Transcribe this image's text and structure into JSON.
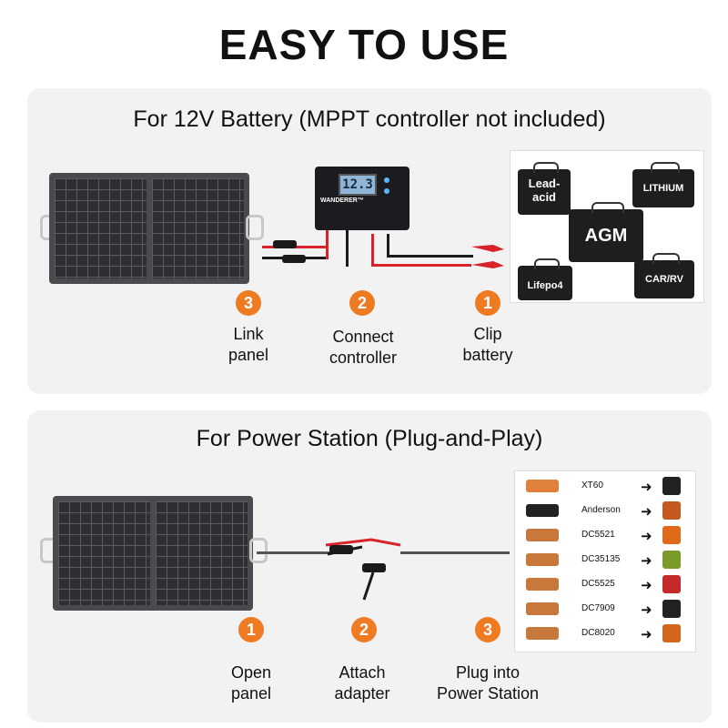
{
  "title": "EASY TO USE",
  "section1": {
    "heading": "For 12V Battery (MPPT controller not included)",
    "controller_brand": "WANDERER™",
    "lcd_value": "12.3",
    "steps": [
      {
        "num": "3",
        "label": "Link\npanel"
      },
      {
        "num": "2",
        "label": "Connect\ncontroller"
      },
      {
        "num": "1",
        "label": "Clip\nbattery"
      }
    ],
    "batteries": [
      "Lead-\nacid",
      "LITHIUM",
      "AGM",
      "Lifepo4",
      "CAR/RV"
    ]
  },
  "section2": {
    "heading": "For Power Station (Plug-and-Play)",
    "steps": [
      {
        "num": "1",
        "label": "Open\npanel"
      },
      {
        "num": "2",
        "label": "Attach\nadapter"
      },
      {
        "num": "3",
        "label": "Plug into\nPower Station"
      }
    ],
    "connectors": [
      "XT60",
      "Anderson",
      "DC5521",
      "DC35135",
      "DC5525",
      "DC7909",
      "DC8020"
    ],
    "arrow_glyph": "➜"
  },
  "colors": {
    "accent": "#ee7a22",
    "wire_red": "#d8232a",
    "wire_black": "#1a1a1a",
    "panel": "#4a4b4e"
  }
}
